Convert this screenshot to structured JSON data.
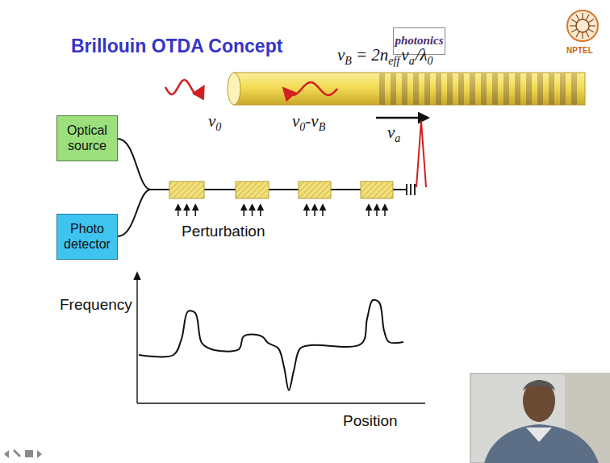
{
  "diagram": {
    "title": "Brillouin OTDA Concept",
    "nodes": [
      {
        "text": [
          "photonics"
        ]
      },
      {
        "text": [
          "Optical source"
        ]
      },
      {
        "text": [
          "Photo detector"
        ]
      }
    ],
    "labels": [
      "ν",
      "B",
      "= 2n",
      "eff",
      "v",
      "a",
      "/λ",
      "0",
      "ν",
      "0",
      "ν",
      "0",
      "-ν",
      "B",
      "v",
      "a",
      "Perturbation",
      "Frequency",
      "Position",
      "NPTEL"
    ]
  }
}
